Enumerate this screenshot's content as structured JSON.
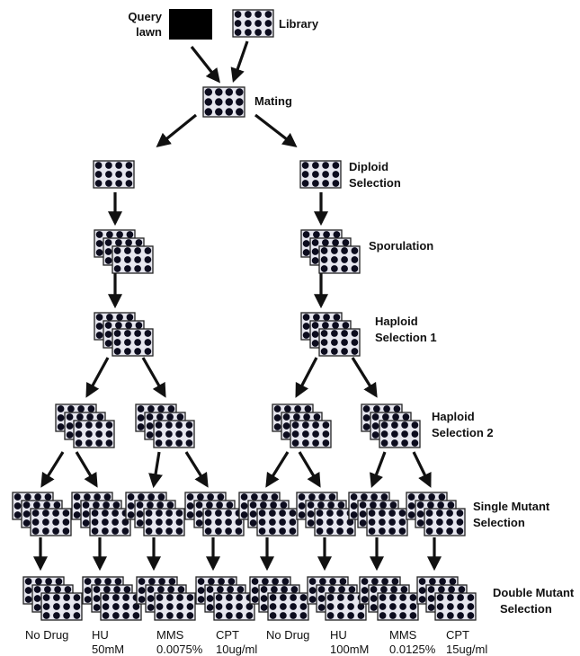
{
  "colors": {
    "ink": "#111111",
    "plate_fill": "#e6e6ee",
    "plate_stroke": "#222222",
    "well": "#0c0c1e",
    "arrow": "#111111"
  },
  "labels": {
    "query_line1": "Query",
    "query_line2": "lawn",
    "library": "Library",
    "mating": "Mating",
    "diploid_line1": "Diploid",
    "diploid_line2": "Selection",
    "sporulation": "Sporulation",
    "haploid1_line1": "Haploid",
    "haploid1_line2": "Selection 1",
    "haploid2_line1": "Haploid",
    "haploid2_line2": "Selection 2",
    "single_line1": "Single Mutant",
    "single_line2": "Selection",
    "double_line1": "Double Mutant",
    "double_line2": "Selection"
  },
  "conditions": [
    {
      "drug": "No Drug",
      "dose": ""
    },
    {
      "drug": "HU",
      "dose": "50mM"
    },
    {
      "drug": "MMS",
      "dose": "0.0075%"
    },
    {
      "drug": "CPT",
      "dose": "10ug/ml"
    },
    {
      "drug": "No Drug",
      "dose": ""
    },
    {
      "drug": "HU",
      "dose": "100mM"
    },
    {
      "drug": "MMS",
      "dose": "0.0125%"
    },
    {
      "drug": "CPT",
      "dose": "15ug/ml"
    }
  ]
}
